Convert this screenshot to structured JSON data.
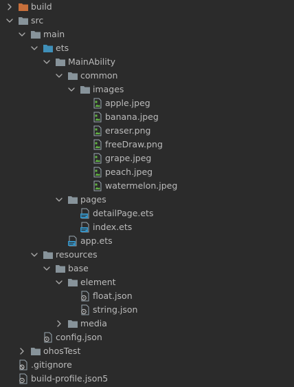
{
  "colors": {
    "background": "#2b2b2b",
    "text": "#bbbbbb",
    "folder": "#87939a",
    "folder_excluded": "#c76f3b",
    "folder_source": "#3f8fb8",
    "image_file": "#62b543",
    "ets_file": "#3592c4"
  },
  "tree": [
    {
      "label": "build",
      "depth": 0,
      "expanded": false,
      "icon": "folder-excluded-icon"
    },
    {
      "label": "src",
      "depth": 0,
      "expanded": true,
      "icon": "folder-icon"
    },
    {
      "label": "main",
      "depth": 1,
      "expanded": true,
      "icon": "folder-icon"
    },
    {
      "label": "ets",
      "depth": 2,
      "expanded": true,
      "icon": "folder-source-icon"
    },
    {
      "label": "MainAbility",
      "depth": 3,
      "expanded": true,
      "icon": "folder-icon"
    },
    {
      "label": "common",
      "depth": 4,
      "expanded": true,
      "icon": "folder-icon"
    },
    {
      "label": "images",
      "depth": 5,
      "expanded": true,
      "icon": "folder-icon"
    },
    {
      "label": "apple.jpeg",
      "depth": 6,
      "icon": "image-file-icon"
    },
    {
      "label": "banana.jpeg",
      "depth": 6,
      "icon": "image-file-icon"
    },
    {
      "label": "eraser.png",
      "depth": 6,
      "icon": "image-file-icon"
    },
    {
      "label": "freeDraw.png",
      "depth": 6,
      "icon": "image-file-icon"
    },
    {
      "label": "grape.jpeg",
      "depth": 6,
      "icon": "image-file-icon"
    },
    {
      "label": "peach.jpeg",
      "depth": 6,
      "icon": "image-file-icon"
    },
    {
      "label": "watermelon.jpeg",
      "depth": 6,
      "icon": "image-file-icon"
    },
    {
      "label": "pages",
      "depth": 4,
      "expanded": true,
      "icon": "folder-icon"
    },
    {
      "label": "detailPage.ets",
      "depth": 5,
      "icon": "ets-file-icon"
    },
    {
      "label": "index.ets",
      "depth": 5,
      "icon": "ets-file-icon"
    },
    {
      "label": "app.ets",
      "depth": 4,
      "icon": "ets-file-icon"
    },
    {
      "label": "resources",
      "depth": 2,
      "expanded": true,
      "icon": "folder-icon"
    },
    {
      "label": "base",
      "depth": 3,
      "expanded": true,
      "icon": "folder-icon"
    },
    {
      "label": "element",
      "depth": 4,
      "expanded": true,
      "icon": "folder-icon"
    },
    {
      "label": "float.json",
      "depth": 5,
      "icon": "json-file-icon"
    },
    {
      "label": "string.json",
      "depth": 5,
      "icon": "json-file-icon"
    },
    {
      "label": "media",
      "depth": 4,
      "expanded": false,
      "icon": "folder-icon"
    },
    {
      "label": "config.json",
      "depth": 2,
      "icon": "json-file-icon"
    },
    {
      "label": "ohosTest",
      "depth": 1,
      "expanded": false,
      "icon": "folder-icon"
    },
    {
      "label": ".gitignore",
      "depth": 0,
      "icon": "gitignore-file-icon"
    },
    {
      "label": "build-profile.json5",
      "depth": 0,
      "icon": "json-file-icon"
    }
  ]
}
